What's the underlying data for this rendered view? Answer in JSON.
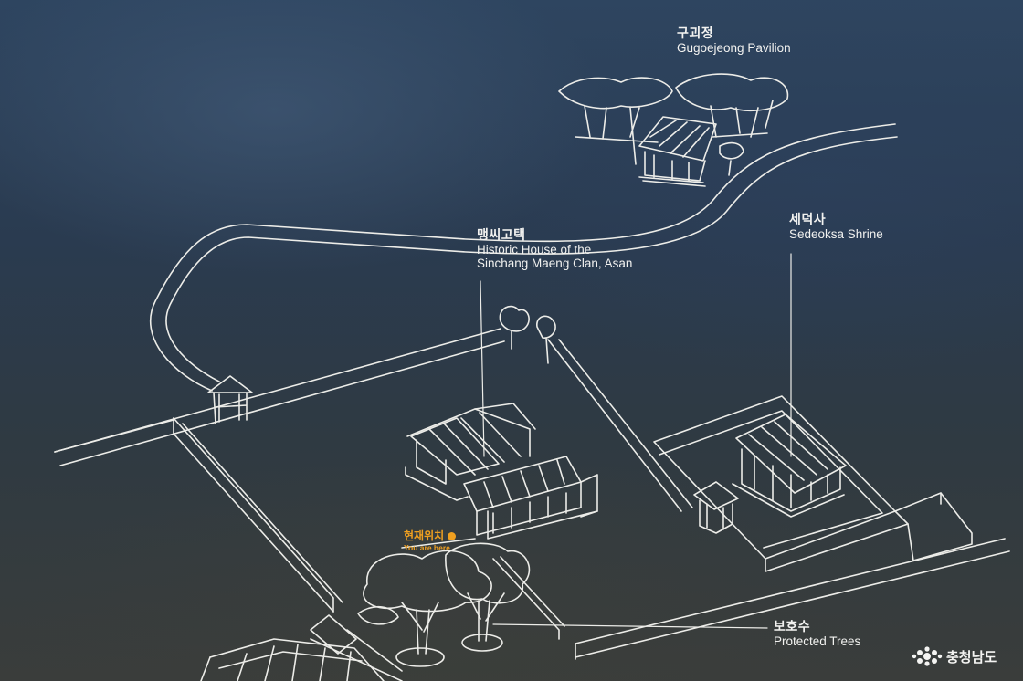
{
  "labels": {
    "pavilion": {
      "ko": "구괴정",
      "en": "Gugoejeong Pavilion"
    },
    "house": {
      "ko": "맹씨고택",
      "en_line1": "Historic House of the",
      "en_line2": "Sinchang Maeng Clan, Asan"
    },
    "shrine": {
      "ko": "세덕사",
      "en": "Sedeoksa Shrine"
    },
    "trees": {
      "ko": "보호수",
      "en": "Protected Trees"
    }
  },
  "you_are_here": {
    "ko": "현재위치",
    "en": "You are here",
    "color": "#f0a020"
  },
  "brand": {
    "icon": "chungnam-flower-logo-icon",
    "name": "충청남도"
  },
  "colors": {
    "line": "#ecece8",
    "accent": "#f0a020"
  }
}
